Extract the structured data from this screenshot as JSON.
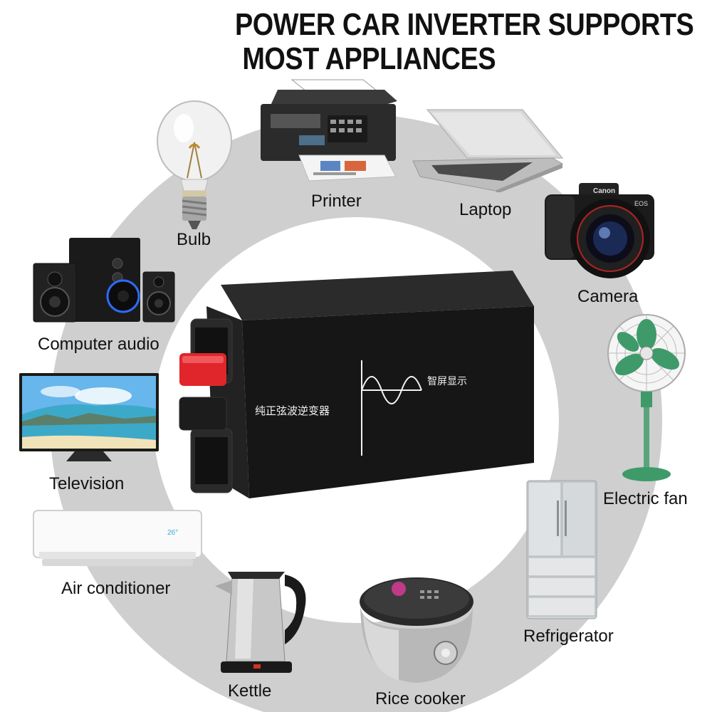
{
  "title": {
    "line1": "POWER CAR INVERTER SUPPORTS",
    "line2": "MOST APPLIANCES"
  },
  "inverter": {
    "label_left": "纯正弦波逆变器",
    "label_right": "智屏显示"
  },
  "appliances": {
    "bulb": "Bulb",
    "printer": "Printer",
    "laptop": "Laptop",
    "camera": "Camera",
    "computer_audio": "Computer audio",
    "television": "Television",
    "electric_fan": "Electric fan",
    "air_conditioner": "Air conditioner",
    "refrigerator": "Refrigerator",
    "kettle": "Kettle",
    "rice_cooker": "Rice cooker"
  },
  "camera_brand": "Canon",
  "camera_model": "EOS",
  "colors": {
    "ring": "#cfcfcf",
    "inverter_body": "#1a1a1a",
    "terminal_red": "#e0262b",
    "fan_blade": "#3f9a6a"
  }
}
